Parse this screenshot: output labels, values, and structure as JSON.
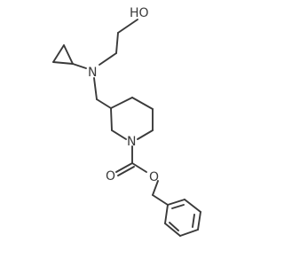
{
  "molecule": {
    "atoms": {
      "hydroxyl": "HO",
      "amine_n": "N",
      "ring_n": "N",
      "carbonyl_o": "O",
      "ester_o": "O"
    },
    "colors": {
      "bond": "#3a3a3a",
      "label": "#3a3a3a",
      "background": "#ffffff"
    }
  }
}
